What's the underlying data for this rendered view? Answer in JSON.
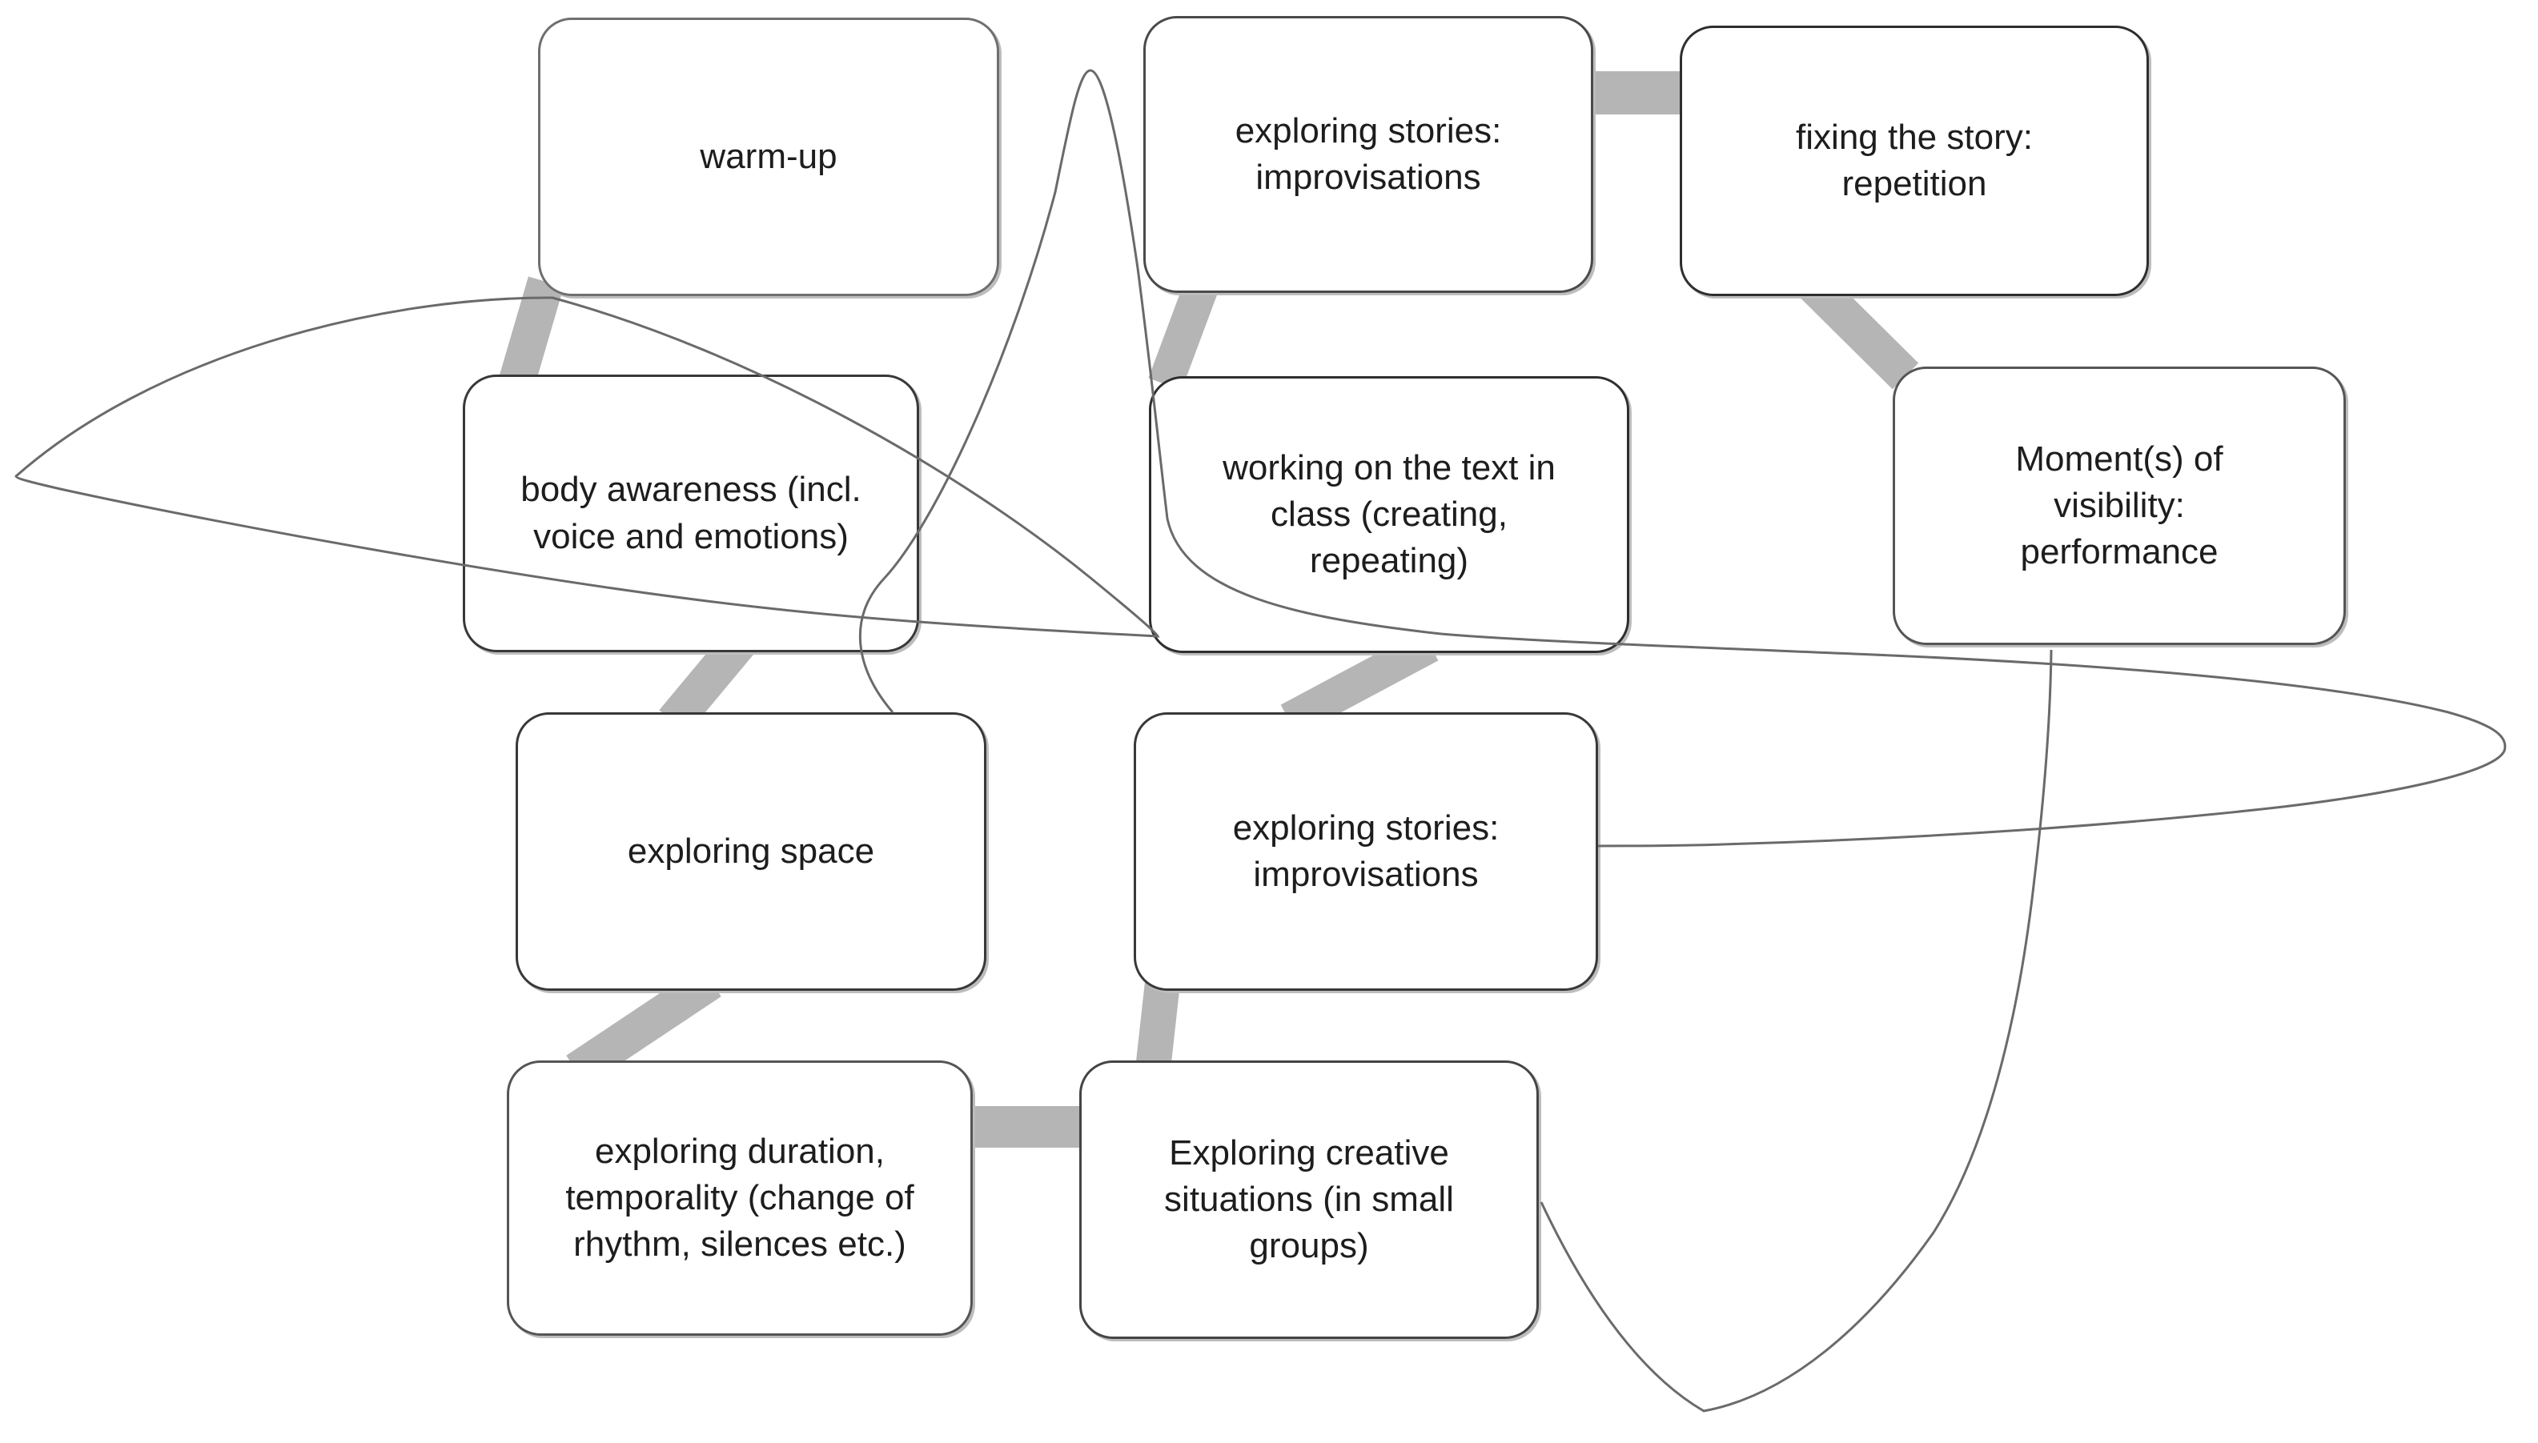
{
  "diagram": {
    "title": "drama process diagram",
    "nodes": [
      {
        "id": "warm-up",
        "label": "warm-up"
      },
      {
        "id": "exploring-stories-top",
        "label": "exploring stories: improvisations"
      },
      {
        "id": "fixing-the-story",
        "label": "fixing  the story: repetition"
      },
      {
        "id": "body-awareness",
        "label": "body awareness (incl. voice and emotions)"
      },
      {
        "id": "working-on-the-text",
        "label": "working on the text in class (creating, repeating)"
      },
      {
        "id": "moments-of-visibility",
        "label": "Moment(s) of visibility: performance"
      },
      {
        "id": "exploring-space",
        "label": "exploring space"
      },
      {
        "id": "exploring-stories-lower",
        "label": "exploring stories: improvisations"
      },
      {
        "id": "exploring-duration",
        "label": "exploring duration, temporality (change of rhythm, silences etc.)"
      },
      {
        "id": "exploring-creative",
        "label": "Exploring creative situations (in small groups)"
      }
    ],
    "colors": {
      "connector": "#b5b5b5",
      "curve": "#6a6a6a",
      "box_border": "#4a4a4a",
      "text": "#1d1d1d",
      "background": "#ffffff"
    }
  }
}
